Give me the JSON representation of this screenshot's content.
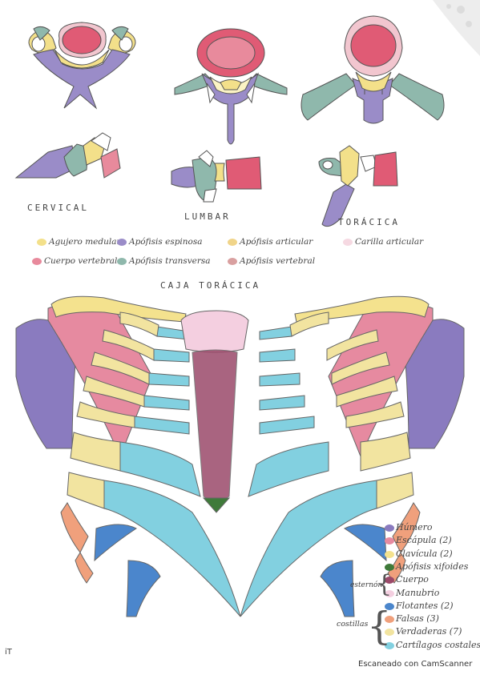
{
  "vertebrae": {
    "cervical": "CERVICAL",
    "lumbar": "LUMBAR",
    "thoracic": "TORÁCICA"
  },
  "vertebra_legend": [
    {
      "label": "Agujero medular",
      "color": "#f3e08a"
    },
    {
      "label": "Apófisis espinosa",
      "color": "#9a8cc8"
    },
    {
      "label": "Apófisis articular",
      "color": "#f0d489"
    },
    {
      "label": "Carilla articular",
      "color": "#f6d9e2"
    },
    {
      "label": "Cuerpo vertebral",
      "color": "#e88a9c"
    },
    {
      "label": "Apófisis transversa",
      "color": "#8fb8ac"
    },
    {
      "label": "Apófisis vertebral",
      "color": "#d9a0a0"
    }
  ],
  "ribcage": {
    "title": "CAJA TORÁCICA"
  },
  "ribcage_legend": [
    {
      "label": "Húmero",
      "color": "#8a7bbf"
    },
    {
      "label": "Escápula (2)",
      "color": "#e68aa0"
    },
    {
      "label": "Clavícula (2)",
      "color": "#f4e28e"
    },
    {
      "label": "Apófisis xifoides",
      "color": "#3f7a3a"
    },
    {
      "label": "Cuerpo",
      "color": "#9b4a6a"
    },
    {
      "label": "Manubrio",
      "color": "#f4cfe0"
    },
    {
      "label": "Flotantes (2)",
      "color": "#4b86cc"
    },
    {
      "label": "Falsas (3)",
      "color": "#f0a07c"
    },
    {
      "label": "Verdaderas (7)",
      "color": "#f2e4a0"
    },
    {
      "label": "Cartílagos costales",
      "color": "#82d0e0"
    }
  ],
  "groups": {
    "esternon": "esternón",
    "costillas": "costillas"
  },
  "footer": "Escaneado con CamScanner",
  "page_mark": "iT"
}
